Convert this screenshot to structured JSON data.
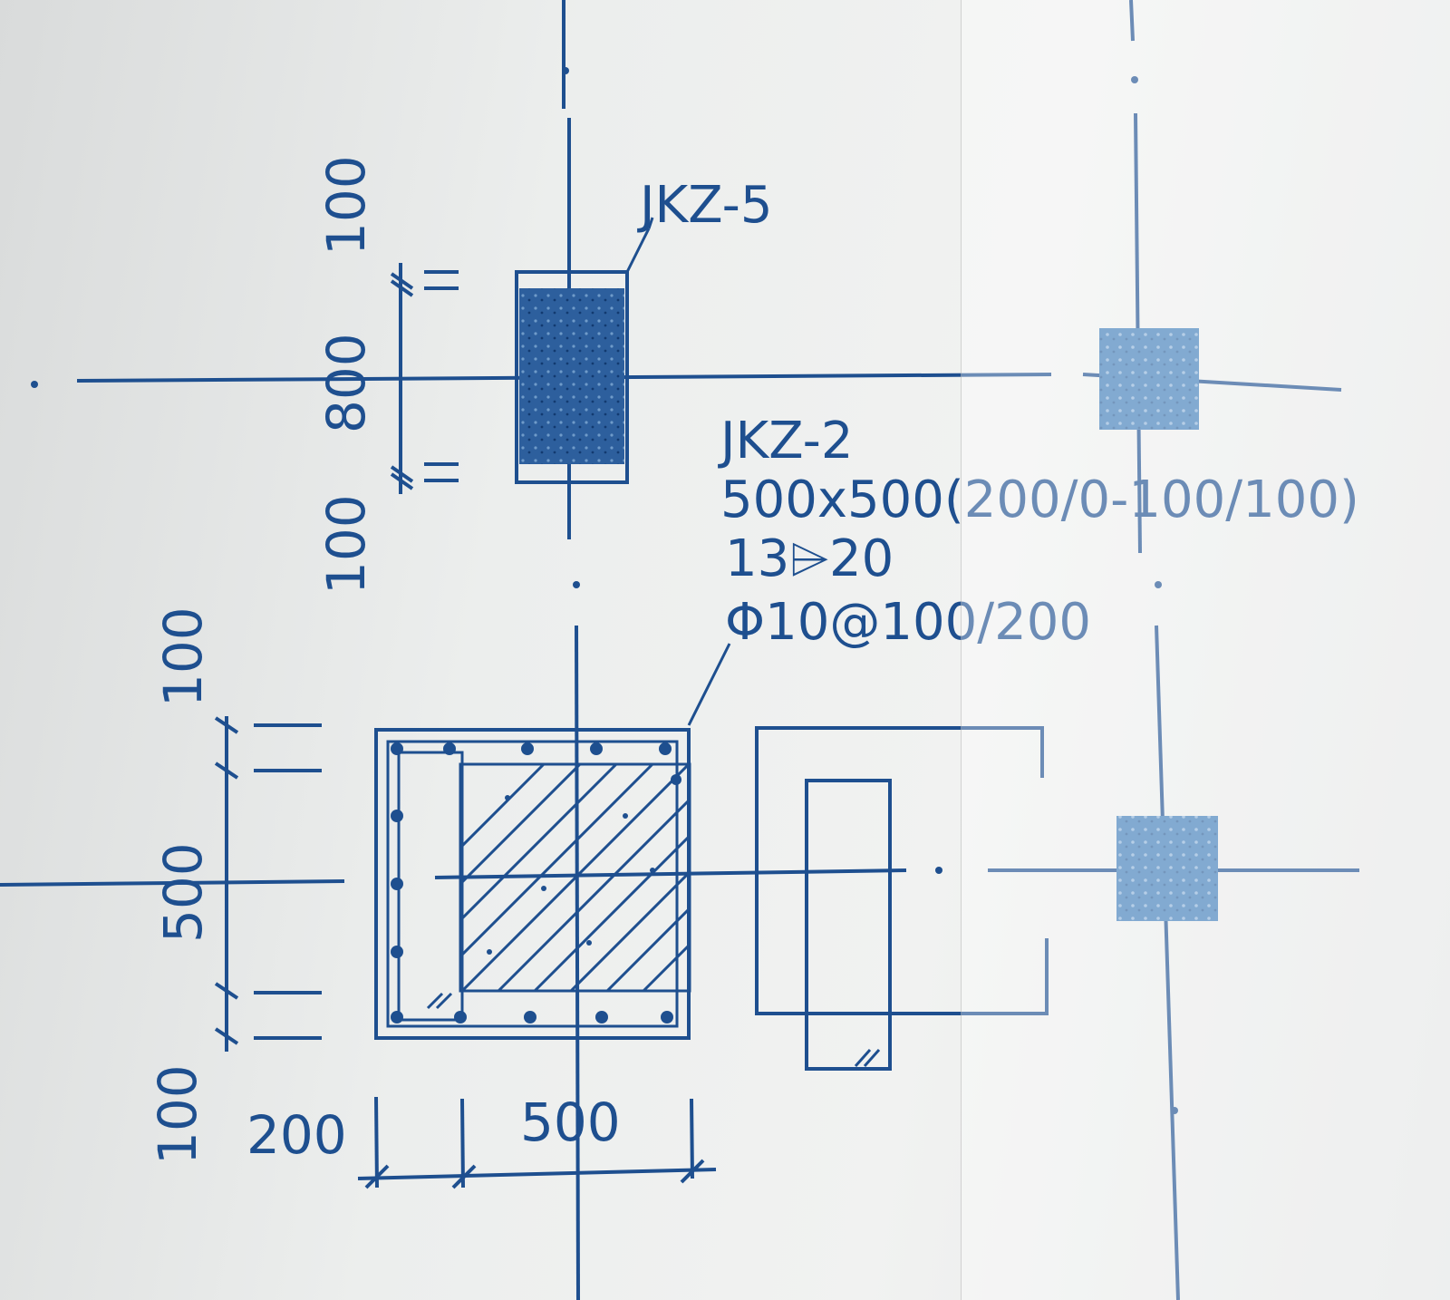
{
  "column_top": {
    "tag": "JKZ-5"
  },
  "column_main": {
    "tag": "JKZ-2",
    "section": "500x500(200/0-100/100)",
    "main_rebar": "13⌲20",
    "stirrups": "Φ10@100/200"
  },
  "dims_top": {
    "top": "100",
    "middle": "800",
    "bottom": "100"
  },
  "dims_left": {
    "top": "100",
    "middle": "500",
    "bottom": "100"
  },
  "dims_bottom": {
    "left": "200",
    "right": "500"
  },
  "colors": {
    "ink": "#1e4f8f",
    "paper": "#eceeed"
  }
}
